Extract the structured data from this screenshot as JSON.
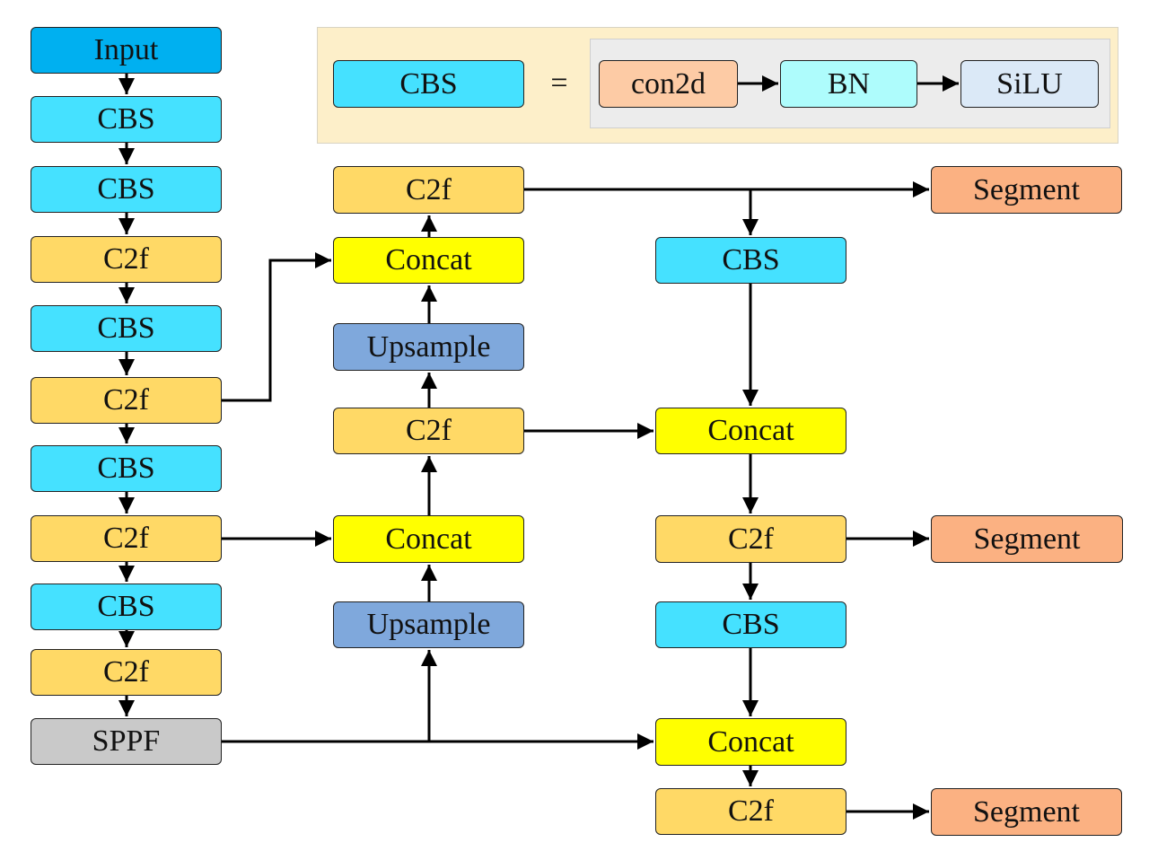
{
  "colors": {
    "input": "#00b0f0",
    "cbs": "#45e1ff",
    "c2f": "#ffd966",
    "concat": "#ffff00",
    "upsample": "#7fa8dc",
    "sppf": "#c9c9c9",
    "segment": "#fbb182",
    "con2d": "#fdcba5",
    "bn": "#aefcfc",
    "silu": "#dbe9f7",
    "edge": "#000000"
  },
  "legend": {
    "block": "CBS",
    "equals": "=",
    "components": [
      {
        "id": "con2d",
        "label": "con2d"
      },
      {
        "id": "bn",
        "label": "BN"
      },
      {
        "id": "silu",
        "label": "SiLU"
      }
    ]
  },
  "backbone": [
    {
      "id": "b0",
      "label": "Input",
      "type": "input"
    },
    {
      "id": "b1",
      "label": "CBS",
      "type": "cbs"
    },
    {
      "id": "b2",
      "label": "CBS",
      "type": "cbs"
    },
    {
      "id": "b3",
      "label": "C2f",
      "type": "c2f"
    },
    {
      "id": "b4",
      "label": "CBS",
      "type": "cbs"
    },
    {
      "id": "b5",
      "label": "C2f",
      "type": "c2f"
    },
    {
      "id": "b6",
      "label": "CBS",
      "type": "cbs"
    },
    {
      "id": "b7",
      "label": "C2f",
      "type": "c2f"
    },
    {
      "id": "b8",
      "label": "CBS",
      "type": "cbs"
    },
    {
      "id": "b9",
      "label": "C2f",
      "type": "c2f"
    },
    {
      "id": "b10",
      "label": "SPPF",
      "type": "sppf"
    }
  ],
  "neck_up": [
    {
      "id": "n0",
      "label": "C2f",
      "type": "c2f"
    },
    {
      "id": "n1",
      "label": "Concat",
      "type": "concat"
    },
    {
      "id": "n2",
      "label": "Upsample",
      "type": "upsample"
    },
    {
      "id": "n3",
      "label": "C2f",
      "type": "c2f"
    },
    {
      "id": "n4",
      "label": "Concat",
      "type": "concat"
    },
    {
      "id": "n5",
      "label": "Upsample",
      "type": "upsample"
    }
  ],
  "neck_down": [
    {
      "id": "d0",
      "label": "CBS",
      "type": "cbs"
    },
    {
      "id": "d1",
      "label": "Concat",
      "type": "concat"
    },
    {
      "id": "d2",
      "label": "C2f",
      "type": "c2f"
    },
    {
      "id": "d3",
      "label": "CBS",
      "type": "cbs"
    },
    {
      "id": "d4",
      "label": "Concat",
      "type": "concat"
    },
    {
      "id": "d5",
      "label": "C2f",
      "type": "c2f"
    }
  ],
  "heads": [
    {
      "id": "h0",
      "label": "Segment",
      "type": "segment"
    },
    {
      "id": "h1",
      "label": "Segment",
      "type": "segment"
    },
    {
      "id": "h2",
      "label": "Segment",
      "type": "segment"
    }
  ],
  "edges": [
    [
      "b0",
      "b1"
    ],
    [
      "b1",
      "b2"
    ],
    [
      "b2",
      "b3"
    ],
    [
      "b3",
      "b4"
    ],
    [
      "b4",
      "b5"
    ],
    [
      "b5",
      "b6"
    ],
    [
      "b6",
      "b7"
    ],
    [
      "b7",
      "b8"
    ],
    [
      "b8",
      "b9"
    ],
    [
      "b9",
      "b10"
    ],
    [
      "b10",
      "n5"
    ],
    [
      "n5",
      "n4"
    ],
    [
      "b7",
      "n4"
    ],
    [
      "n4",
      "n3"
    ],
    [
      "n3",
      "n2"
    ],
    [
      "n2",
      "n1"
    ],
    [
      "b5",
      "n1"
    ],
    [
      "n1",
      "n0"
    ],
    [
      "n0",
      "h0"
    ],
    [
      "n0",
      "d0"
    ],
    [
      "d0",
      "d1"
    ],
    [
      "n3",
      "d1"
    ],
    [
      "d1",
      "d2"
    ],
    [
      "d2",
      "h1"
    ],
    [
      "d2",
      "d3"
    ],
    [
      "d3",
      "d4"
    ],
    [
      "b10",
      "d4"
    ],
    [
      "d4",
      "d5"
    ],
    [
      "d5",
      "h2"
    ]
  ]
}
